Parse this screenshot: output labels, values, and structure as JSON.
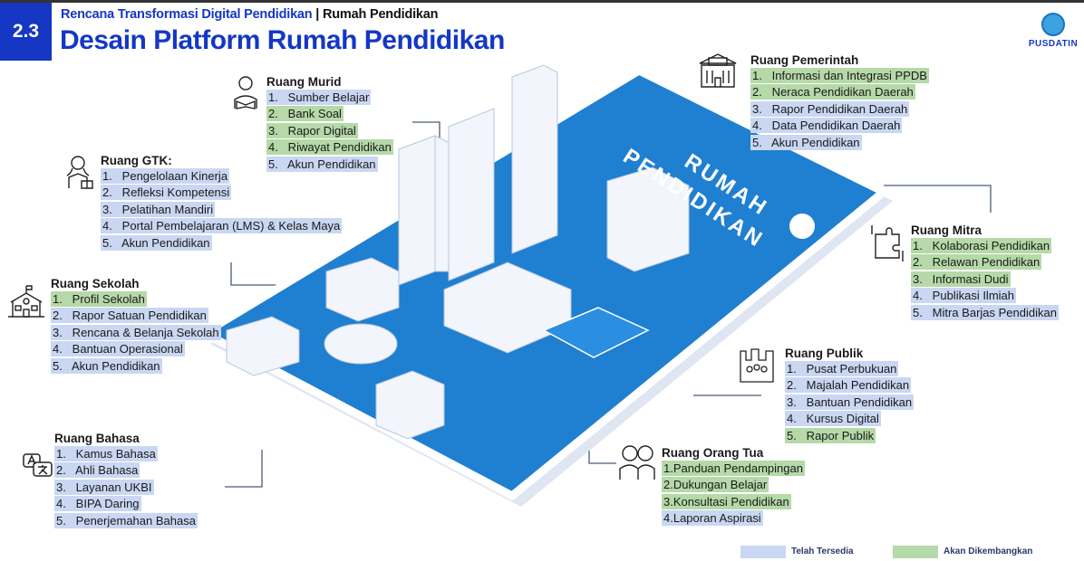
{
  "header": {
    "section_number": "2.3",
    "subtitle_main": "Rencana Transformasi Digital Pendidikan",
    "subtitle_separator": "|",
    "subtitle_section": "Rumah Pendidikan",
    "title": "Desain Platform Rumah Pendidikan",
    "logo_text": "PUSDATIN"
  },
  "illustration": {
    "phone_text_line1": "RUMAH",
    "phone_text_line2": "PENDIDIKAN"
  },
  "colors": {
    "telah_tersedia": "#c9d7f2",
    "akan_dikembangkan": "#b5d9a8",
    "accent": "#1537c4"
  },
  "sections": {
    "murid": {
      "title": "Ruang Murid",
      "icon": "student-reading-icon",
      "items": [
        {
          "label": "1.   Sumber Belajar",
          "status": "telah_tersedia"
        },
        {
          "label": "2.   Bank Soal",
          "status": "akan_dikembangkan"
        },
        {
          "label": "3.   Rapor Digital",
          "status": "akan_dikembangkan"
        },
        {
          "label": "4.   Riwayat Pendidikan",
          "status": "akan_dikembangkan"
        },
        {
          "label": "5.   Akun Pendidikan",
          "status": "telah_tersedia"
        }
      ]
    },
    "gtk": {
      "title": "Ruang GTK:",
      "icon": "teacher-icon",
      "items": [
        {
          "label": "1.   Pengelolaan Kinerja",
          "status": "telah_tersedia"
        },
        {
          "label": "2.   Refleksi Kompetensi",
          "status": "telah_tersedia"
        },
        {
          "label": "3.   Pelatihan Mandiri",
          "status": "telah_tersedia"
        },
        {
          "label": "4.   Portal Pembelajaran (LMS) & Kelas Maya",
          "status": "telah_tersedia"
        },
        {
          "label": "5.   Akun Pendidikan",
          "status": "telah_tersedia"
        }
      ]
    },
    "sekolah": {
      "title": "Ruang Sekolah",
      "icon": "school-icon",
      "items": [
        {
          "label": "1.   Profil Sekolah",
          "status": "akan_dikembangkan"
        },
        {
          "label": "2.   Rapor Satuan Pendidikan",
          "status": "telah_tersedia"
        },
        {
          "label": "3.   Rencana & Belanja Sekolah",
          "status": "telah_tersedia"
        },
        {
          "label": "4.   Bantuan Operasional",
          "status": "telah_tersedia"
        },
        {
          "label": "5.   Akun Pendidikan",
          "status": "telah_tersedia"
        }
      ]
    },
    "bahasa": {
      "title": "Ruang  Bahasa",
      "icon": "translate-icon",
      "items": [
        {
          "label": "1.   Kamus Bahasa",
          "status": "telah_tersedia"
        },
        {
          "label": "2.   Ahli Bahasa",
          "status": "telah_tersedia"
        },
        {
          "label": "3.   Layanan UKBI",
          "status": "telah_tersedia"
        },
        {
          "label": "4.   BIPA Daring",
          "status": "telah_tersedia"
        },
        {
          "label": "5.   Penerjemahan Bahasa",
          "status": "telah_tersedia"
        }
      ]
    },
    "pemerintah": {
      "title": "Ruang Pemerintah",
      "icon": "government-building-icon",
      "items": [
        {
          "label": "1.   Informasi dan Integrasi PPDB",
          "status": "akan_dikembangkan"
        },
        {
          "label": "2.   Neraca Pendidikan Daerah",
          "status": "akan_dikembangkan"
        },
        {
          "label": "3.   Rapor Pendidikan Daerah",
          "status": "telah_tersedia"
        },
        {
          "label": "4.   Data Pendidikan Daerah",
          "status": "telah_tersedia"
        },
        {
          "label": "5.   Akun Pendidikan",
          "status": "telah_tersedia"
        }
      ]
    },
    "mitra": {
      "title": "Ruang  Mitra",
      "icon": "puzzle-partnership-icon",
      "items": [
        {
          "label": "1.   Kolaborasi Pendidikan",
          "status": "akan_dikembangkan"
        },
        {
          "label": "2.   Relawan Pendidikan",
          "status": "akan_dikembangkan"
        },
        {
          "label": "3.   Informasi Dudi",
          "status": "akan_dikembangkan"
        },
        {
          "label": "4.   Publikasi Ilmiah",
          "status": "telah_tersedia"
        },
        {
          "label": "5.   Mitra Barjas Pendidikan",
          "status": "telah_tersedia"
        }
      ]
    },
    "publik": {
      "title": "Ruang  Publik",
      "icon": "public-crowd-icon",
      "items": [
        {
          "label": "1.   Pusat Perbukuan",
          "status": "telah_tersedia"
        },
        {
          "label": "2.   Majalah Pendidikan",
          "status": "telah_tersedia"
        },
        {
          "label": "3.   Bantuan Pendidikan",
          "status": "telah_tersedia"
        },
        {
          "label": "4.   Kursus Digital",
          "status": "telah_tersedia"
        },
        {
          "label": "5.   Rapor Publik",
          "status": "akan_dikembangkan"
        }
      ]
    },
    "orang_tua": {
      "title": "Ruang Orang Tua",
      "icon": "parents-icon",
      "items": [
        {
          "label": "1.Panduan Pendampingan",
          "status": "akan_dikembangkan"
        },
        {
          "label": "2.Dukungan Belajar",
          "status": "akan_dikembangkan"
        },
        {
          "label": "3.Konsultasi Pendidikan",
          "status": "akan_dikembangkan"
        },
        {
          "label": "4.Laporan Aspirasi",
          "status": "telah_tersedia"
        }
      ]
    }
  },
  "legend": {
    "telah_tersedia": "Telah Tersedia",
    "akan_dikembangkan": "Akan Dikembangkan"
  }
}
